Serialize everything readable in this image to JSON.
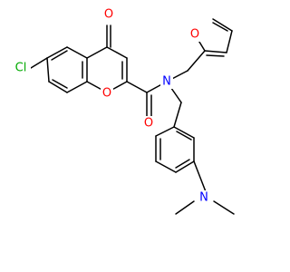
{
  "structure": {
    "colors": {
      "bond": "#000000",
      "oxygen": "#ff0000",
      "nitrogen": "#0000ff",
      "chlorine": "#00aa00",
      "carbon_label": "#000000",
      "background": "#ffffff"
    },
    "atom_labels": {
      "chlorine": "Cl",
      "ketone_oxygen": "O",
      "ring_oxygen": "O",
      "amide_oxygen": "O",
      "furan_oxygen": "O",
      "amide_nitrogen": "N",
      "amine_nitrogen": "N"
    }
  }
}
